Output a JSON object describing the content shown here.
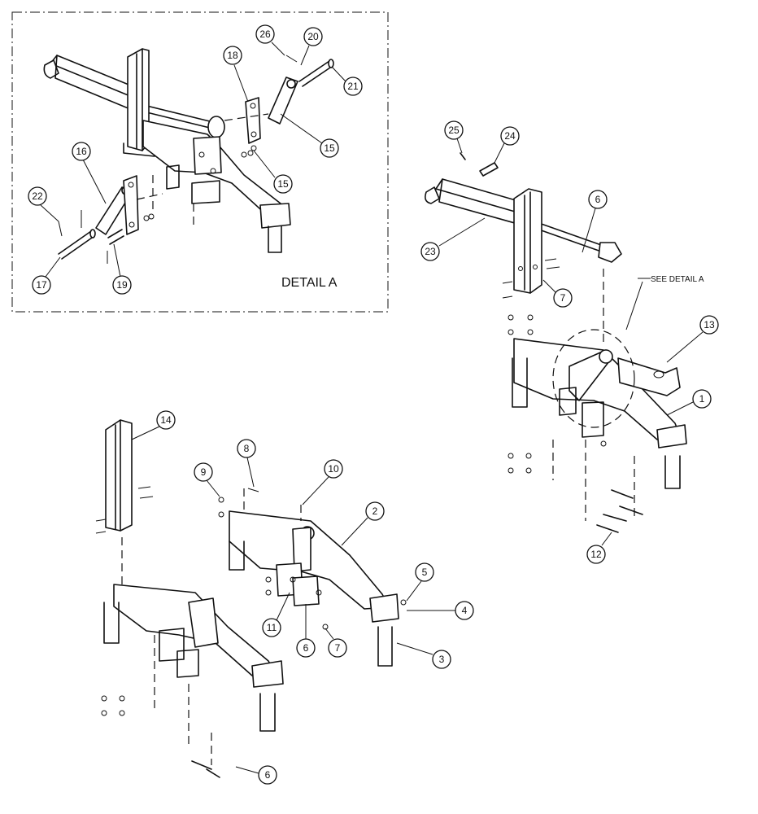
{
  "detail_title": "DETAIL A",
  "see_detail_note": "SEE DETAIL A",
  "callouts": [
    {
      "id": "c26",
      "label": "26"
    },
    {
      "id": "c20",
      "label": "20"
    },
    {
      "id": "c18",
      "label": "18"
    },
    {
      "id": "c21",
      "label": "21"
    },
    {
      "id": "c15a",
      "label": "15"
    },
    {
      "id": "c15b",
      "label": "15"
    },
    {
      "id": "c16",
      "label": "16"
    },
    {
      "id": "c22",
      "label": "22"
    },
    {
      "id": "c17",
      "label": "17"
    },
    {
      "id": "c19",
      "label": "19"
    },
    {
      "id": "c25",
      "label": "25"
    },
    {
      "id": "c24",
      "label": "24"
    },
    {
      "id": "c6a",
      "label": "6"
    },
    {
      "id": "c23",
      "label": "23"
    },
    {
      "id": "c7a",
      "label": "7"
    },
    {
      "id": "c13",
      "label": "13"
    },
    {
      "id": "c1",
      "label": "1"
    },
    {
      "id": "c12",
      "label": "12"
    },
    {
      "id": "c14",
      "label": "14"
    },
    {
      "id": "c8",
      "label": "8"
    },
    {
      "id": "c9",
      "label": "9"
    },
    {
      "id": "c10",
      "label": "10"
    },
    {
      "id": "c2",
      "label": "2"
    },
    {
      "id": "c5",
      "label": "5"
    },
    {
      "id": "c4",
      "label": "4"
    },
    {
      "id": "c3",
      "label": "3"
    },
    {
      "id": "c11",
      "label": "11"
    },
    {
      "id": "c6b",
      "label": "6"
    },
    {
      "id": "c7b",
      "label": "7"
    },
    {
      "id": "c6c",
      "label": "6"
    }
  ]
}
